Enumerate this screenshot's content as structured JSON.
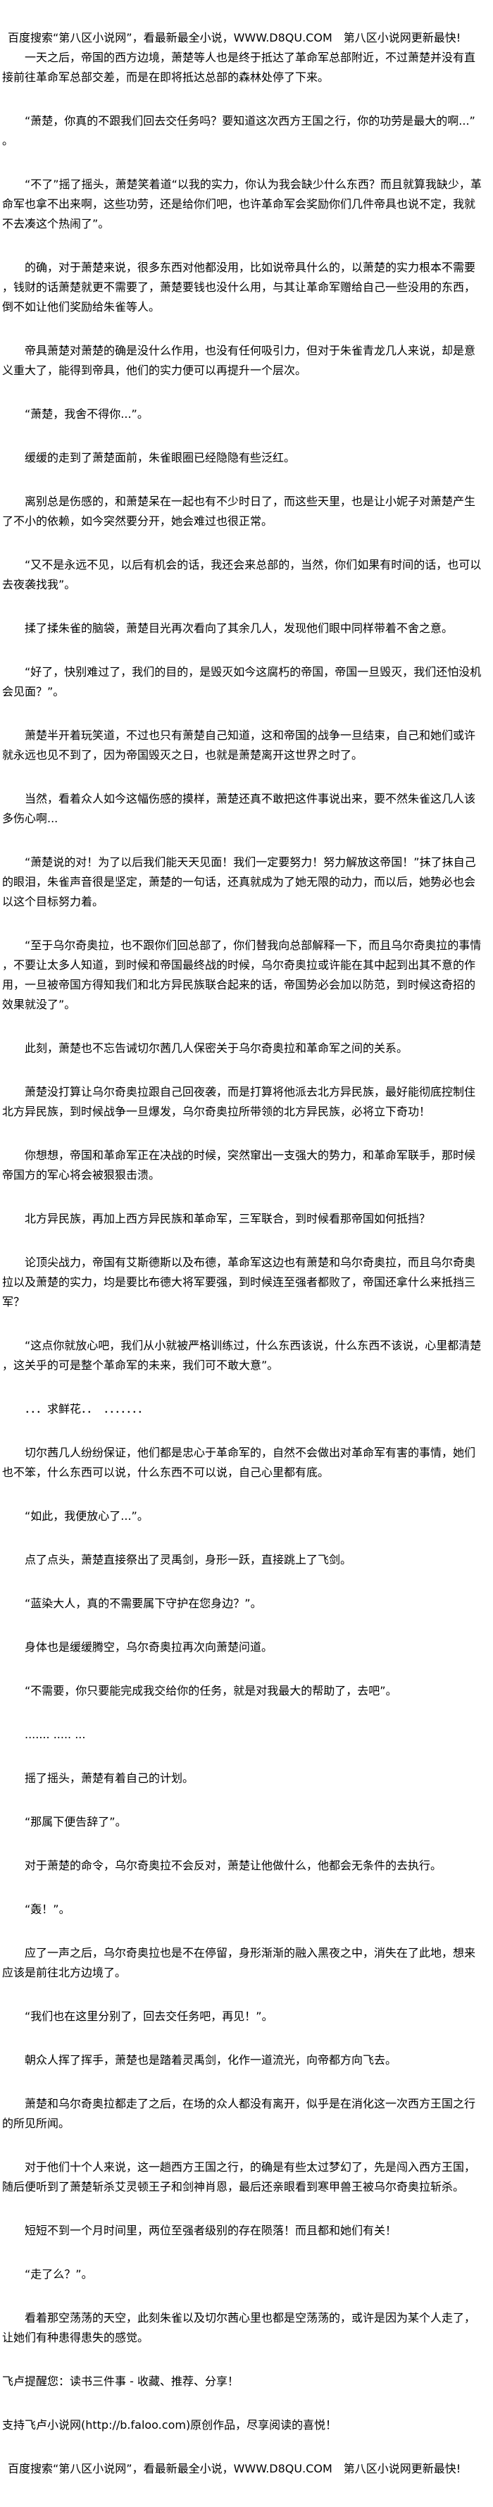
{
  "ad_banner": "百度搜索“第八区小说网”，看最新最全小说，WWW.D8QU.COM　第八区小说网更新最快!",
  "paragraphs": [
    "一天之后，帝国的西方边境，萧楚等人也是终于抵达了革命军总部附近，不过萧楚并没有直接前往革命军总部交差，而是在即将抵达总部的森林处停了下来。",
    "“萧楚，你真的不跟我们回去交任务吗？要知道这次西方王国之行，你的功劳是最大的啊...”。",
    "“不了”摇了摇头，萧楚笑着道“以我的实力，你认为我会缺少什么东西？而且就算我缺少，革命军也拿不出来啊，这些功劳，还是给你们吧，也许革命军会奖励你们几件帝具也说不定，我就不去凑这个热闹了”。",
    "的确，对于萧楚来说，很多东西对他都没用，比如说帝具什么的，以萧楚的实力根本不需要，钱财的话萧楚就更不需要了，萧楚要钱也没什么用，与其让革命军赠给自己一些没用的东西，倒不如让他们奖励给朱雀等人。",
    "帝具萧楚对萧楚的确是没什么作用，也没有任何吸引力，但对于朱雀青龙几人来说，却是意义重大了，能得到帝具，他们的实力便可以再提升一个层次。",
    "“萧楚，我舍不得你...”。",
    "缓缓的走到了萧楚面前，朱雀眼圈已经隐隐有些泛红。",
    "离别总是伤感的，和萧楚呆在一起也有不少时日了，而这些天里，也是让小妮子对萧楚产生了不小的依赖，如今突然要分开，她会难过也很正常。",
    "“又不是永远不见，以后有机会的话，我还会来总部的，当然，你们如果有时间的话，也可以去夜袭找我”。",
    "揉了揉朱雀的脑袋，萧楚目光再次看向了其余几人，发现他们眼中同样带着不舍之意。",
    "“好了，快别难过了，我们的目的，是毁灭如今这腐朽的帝国，帝国一旦毁灭，我们还怕没机会见面？”。",
    "萧楚半开着玩笑道，不过也只有萧楚自己知道，这和帝国的战争一旦结束，自己和她们或许就永远也见不到了，因为帝国毁灭之日，也就是萧楚离开这世界之时了。",
    "当然，看着众人如今这幅伤感的摸样，萧楚还真不敢把这件事说出来，要不然朱雀这几人该多伤心啊...",
    "“萧楚说的对！为了以后我们能天天见面！我们一定要努力！努力解放这帝国！”抹了抹自己的眼泪，朱雀声音很是坚定，萧楚的一句话，还真就成为了她无限的动力，而以后，她势必也会以这个目标努力着。",
    "“至于乌尔奇奥拉，也不跟你们回总部了，你们替我向总部解释一下，而且乌尔奇奥拉的事情，不要让太多人知道，到时候和帝国最终战的时候，乌尔奇奥拉或许能在其中起到出其不意的作用，一旦被帝国方得知我们和北方异民族联合起来的话，帝国势必会加以防范，到时候这奇招的效果就没了”。",
    "此刻，萧楚也不忘告诫切尔茜几人保密关于乌尔奇奥拉和革命军之间的关系。",
    "萧楚没打算让乌尔奇奥拉跟自己回夜袭，而是打算将他派去北方异民族，最好能彻底控制住北方异民族，到时候战争一旦爆发，乌尔奇奥拉所带领的北方异民族，必将立下奇功！",
    "你想想，帝国和革命军正在决战的时候，突然窜出一支强大的势力，和革命军联手，那时候帝国方的军心将会被狠狠击溃。",
    "北方异民族，再加上西方异民族和革命军，三军联合，到时候看那帝国如何抵挡？",
    "论顶尖战力，帝国有艾斯德斯以及布德，革命军这边也有萧楚和乌尔奇奥拉，而且乌尔奇奥拉以及萧楚的实力，均是要比布德大将军要强，到时候连至强者都败了，帝国还拿什么来抵挡三军？",
    "“这点你就放心吧，我们从小就被严格训练过，什么东西该说，什么东西不该说，心里都清楚，这关乎的可是整个革命军的未来，我们可不敢大意”。",
    "．．．求鲜花．．　．．．．．．．",
    "切尔茜几人纷纷保证，他们都是忠心于革命军的，自然不会做出对革命军有害的事情，她们也不笨，什么东西可以说，什么东西不可以说，自己心里都有底。",
    "“如此，我便放心了...”。",
    "点了点头，萧楚直接祭出了灵禹剑，身形一跃，直接跳上了飞剑。",
    "“蓝染大人，真的不需要属下守护在您身边？”。",
    "身体也是缓缓腾空，乌尔奇奥拉再次向萧楚问道。",
    "“不需要，你只要能完成我交给你的任务，就是对我最大的帮助了，去吧”。",
    "....... ..... ...",
    "摇了摇头，萧楚有着自己的计划。",
    "“那属下便告辞了”。",
    "对于萧楚的命令，乌尔奇奥拉不会反对，萧楚让他做什么，他都会无条件的去执行。",
    "“轰！”。",
    "应了一声之后，乌尔奇奥拉也是不在停留，身形渐渐的融入黑夜之中，消失在了此地，想来应该是前往北方边境了。",
    "“我们也在这里分别了，回去交任务吧，再见！”。",
    "朝众人挥了挥手，萧楚也是踏着灵禹剑，化作一道流光，向帝都方向飞去。",
    "萧楚和乌尔奇奥拉都走了之后，在场的众人都没有离开，似乎是在消化这一次西方王国之行的所见所闻。",
    "对于他们十个人来说，这一趟西方王国之行，的确是有些太过梦幻了，先是闯入西方王国，随后便听到了萧楚斩杀艾灵顿王子和剑神肖恩，最后还亲眼看到寒甲兽王被乌尔奇奥拉斩杀。",
    "短短不到一个月时间里，两位至强者级别的存在陨落！而且都和她们有关！",
    "“走了么？”。",
    "看着那空荡荡的天空，此刻朱雀以及切尔茜心里也都是空荡荡的，或许是因为某个人走了，让她们有种患得患失的感觉。"
  ],
  "footer": {
    "reminder": "飞卢提醒您：读书三件事 - 收藏、推荐、分享！",
    "support": "支持飞卢小说网(http://b.faloo.com)原创作品，尽享阅读的喜悦！"
  }
}
